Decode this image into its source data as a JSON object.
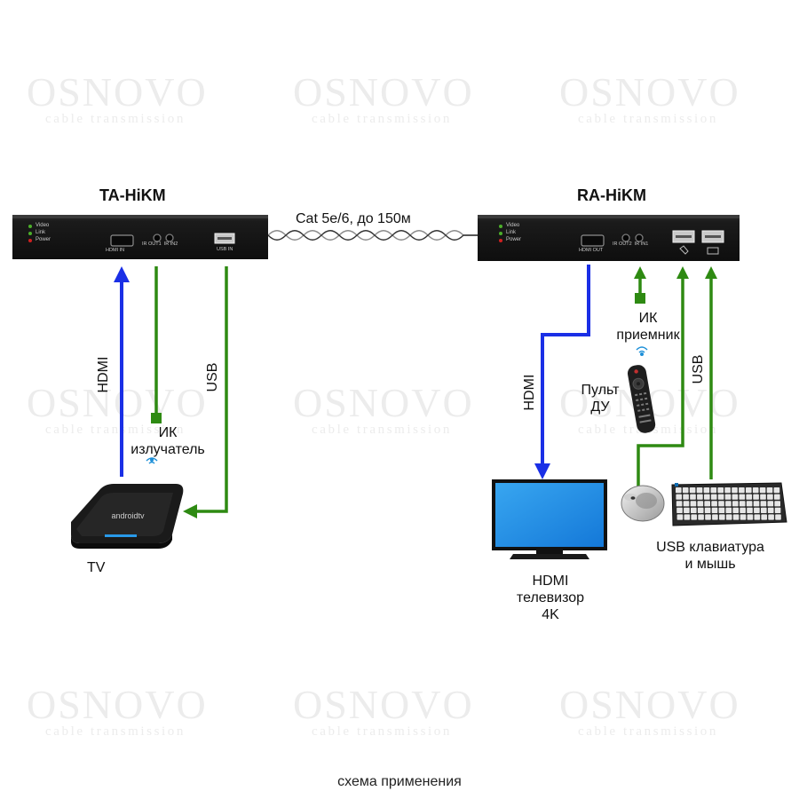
{
  "watermark": {
    "brand": "OSNOVO",
    "tagline": "cable transmission"
  },
  "cable_label": "Cat 5e/6, до 150м",
  "caption": "схема применения",
  "transmitter": {
    "title": "TA-HiKM",
    "leds": [
      "Video",
      "Link",
      "Power"
    ],
    "ports": {
      "hdmi": "HDMI IN",
      "ir": "IR OUT1  IR IN2",
      "usb": "USB IN"
    }
  },
  "receiver": {
    "title": "RA-HiKM",
    "leds": [
      "Video",
      "Link",
      "Power"
    ],
    "ports": {
      "hdmi": "HDMI OUT",
      "ir": "IR OUT2  IR IN1"
    }
  },
  "left_side": {
    "hdmi_label": "HDMI",
    "usb_label": "USB",
    "ir_emitter": [
      "ИК",
      "излучатель"
    ],
    "device_label": "TV",
    "device_brand": "androidtv"
  },
  "right_side": {
    "hdmi_label": "HDMI",
    "usb_label": "USB",
    "ir_receiver": [
      "ИК",
      "приемник"
    ],
    "remote": [
      "Пульт",
      "ДУ"
    ],
    "tv_label": [
      "HDMI",
      "телевизор",
      "4K"
    ],
    "kbm_label": [
      "USB клавиатура",
      "и мышь"
    ]
  },
  "colors": {
    "hdmi": "#1a2fe6",
    "usb_ir": "#2e8a12",
    "device": "#141414",
    "screen": "#1e8fe6",
    "led_green": "#4caf2a",
    "led_red": "#d02020"
  }
}
